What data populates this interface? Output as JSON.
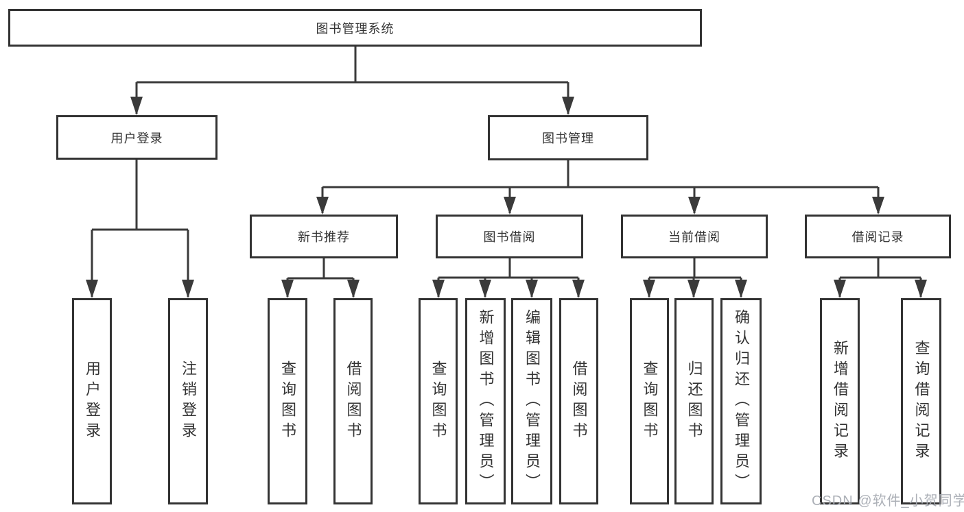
{
  "colors": {
    "line": "#3a3a3a",
    "box_border": "#333333",
    "text": "#333333",
    "watermark": "#a8acb3",
    "background": "#ffffff"
  },
  "watermark": {
    "text": "CSDN @软件_小贺同学"
  },
  "tree": {
    "label": "图书管理系统",
    "children": [
      {
        "label": "用户登录",
        "children": [
          {
            "label": "用户登录"
          },
          {
            "label": "注销登录"
          }
        ]
      },
      {
        "label": "图书管理",
        "children": [
          {
            "label": "新书推荐",
            "children": [
              {
                "label": "查询图书"
              },
              {
                "label": "借阅图书"
              }
            ]
          },
          {
            "label": "图书借阅",
            "children": [
              {
                "label": "查询图书"
              },
              {
                "label": "新增图书（管理员）"
              },
              {
                "label": "编辑图书（管理员）"
              },
              {
                "label": "借阅图书"
              }
            ]
          },
          {
            "label": "当前借阅",
            "children": [
              {
                "label": "查询图书"
              },
              {
                "label": "归还图书"
              },
              {
                "label": "确认归还（管理员）"
              }
            ]
          },
          {
            "label": "借阅记录",
            "children": [
              {
                "label": "新增借阅记录"
              },
              {
                "label": "查询借阅记录"
              }
            ]
          }
        ]
      }
    ]
  }
}
